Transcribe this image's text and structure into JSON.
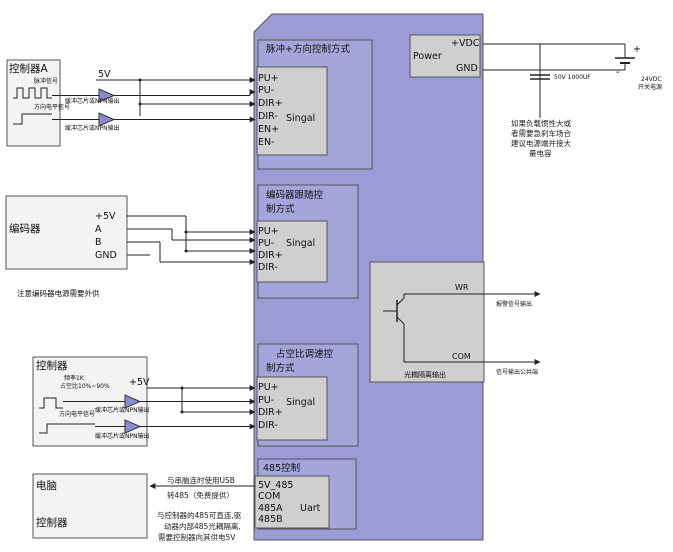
{
  "driver": {
    "pulse_section": {
      "title": "脉冲+方向控制方式",
      "pins": [
        "PU+",
        "PU-",
        "DIR+",
        "DIR-",
        "EN+",
        "EN-"
      ],
      "block_label": "Singal"
    },
    "encoder_section": {
      "title_line1": "编码器跟随控",
      "title_line2": "制方式",
      "pins": [
        "PU+",
        "PU-",
        "DIR+",
        "DIR-"
      ],
      "block_label": "Singal"
    },
    "duty_section": {
      "title_line1": "占空比调速控",
      "title_line2": "制方式",
      "pins": [
        "PU+",
        "PU-",
        "DIR+",
        "DIR-"
      ],
      "block_label": "Singal"
    },
    "rs485_section": {
      "title": "485控制",
      "pins": [
        "5V_485",
        "COM",
        "485A",
        "485B"
      ],
      "block_label": "Uart"
    },
    "power": {
      "label": "Power",
      "vdc": "+VDC",
      "gnd": "GND"
    },
    "optocoupler": {
      "wr": "WR",
      "com": "COM",
      "caption": "光耦隔离输出"
    }
  },
  "controller_a": {
    "title": "控制器A",
    "vcc": "5V",
    "pulse_signal": "脉冲信号",
    "dir_signal": "方向电平信号",
    "buffer1": "缓冲芯片或NPN输出",
    "buffer2": "缓冲芯片或NPN输出"
  },
  "encoder": {
    "title": "编码器",
    "pins": [
      "+5V",
      "A",
      "B",
      "GND"
    ],
    "note": "注意编码器电源需要外供"
  },
  "controller_b": {
    "title": "控制器",
    "vcc": "+5V",
    "freq": "频率1K",
    "duty": "占空比10%~90%",
    "dir_signal": "方向电平信号",
    "buffer1": "缓冲芯片或NPN输出",
    "buffer2": "缓冲芯片或NPN输出"
  },
  "pc": {
    "label_top": "电脑",
    "label_bottom": "控制器",
    "note1_line1": "与串脑连时使用USB",
    "note1_line2": "转485（免费提供）",
    "note2_line1": "与控制器的485可直连,驱",
    "note2_line2": "动器内部485光耦隔离,",
    "note2_line3": "需要控制器向其供电5V"
  },
  "supply": {
    "cap": "50V 1000UF",
    "plus": "+",
    "minus": "-",
    "vdc_line1": "24VDC",
    "vdc_line2": "开关电源",
    "note_line1": "如果负载惯性大或",
    "note_line2": "者需要急刹车场合",
    "note_line3": "建议电源端并接大",
    "note_line4": "量电容"
  },
  "outputs": {
    "alarm": "报警信号输出",
    "common": "信号输出公共端"
  }
}
